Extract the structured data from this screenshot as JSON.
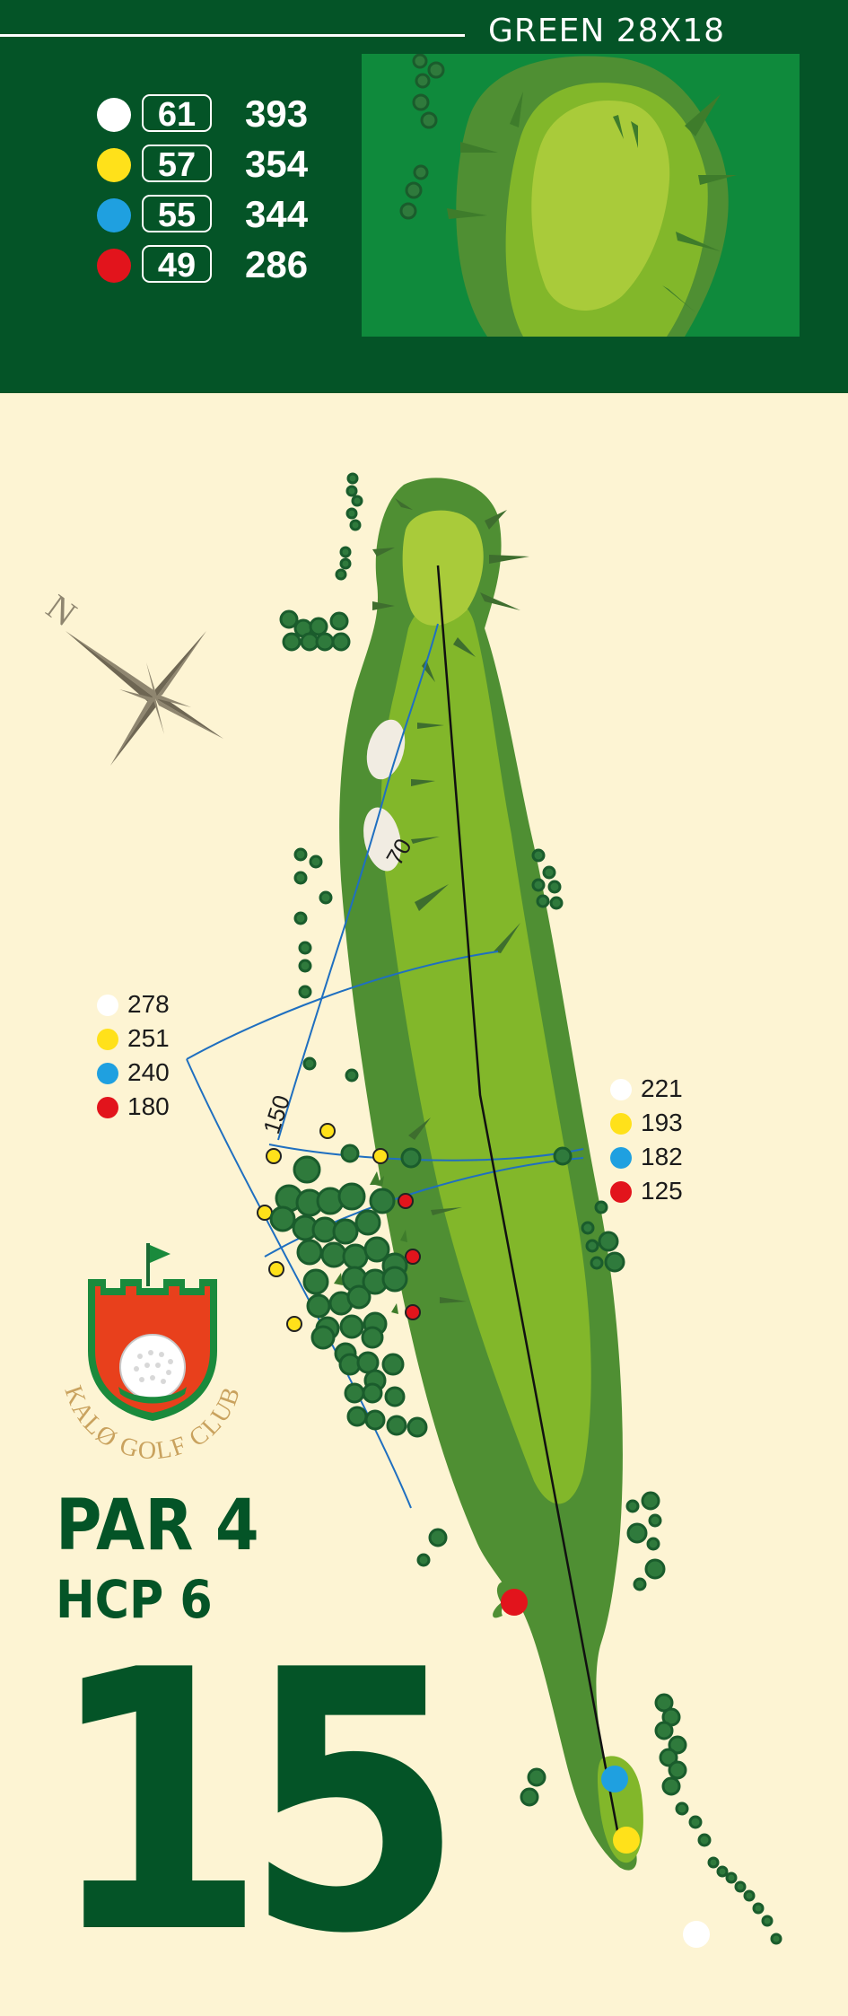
{
  "header": {
    "green_label": "GREEN 28X18",
    "tees": [
      {
        "color": "#ffffff",
        "number": "61",
        "length": "393"
      },
      {
        "color": "#ffe11a",
        "number": "57",
        "length": "354"
      },
      {
        "color": "#1fa0e0",
        "number": "55",
        "length": "344"
      },
      {
        "color": "#e2141c",
        "number": "49",
        "length": "286"
      }
    ]
  },
  "map": {
    "marker_70": "70",
    "marker_150": "150",
    "legend_left": [
      {
        "color": "#ffffff",
        "value": "278"
      },
      {
        "color": "#ffe11a",
        "value": "251"
      },
      {
        "color": "#1fa0e0",
        "value": "240"
      },
      {
        "color": "#e2141c",
        "value": "180"
      }
    ],
    "legend_right": [
      {
        "color": "#ffffff",
        "value": "221"
      },
      {
        "color": "#ffe11a",
        "value": "193"
      },
      {
        "color": "#1fa0e0",
        "value": "182"
      },
      {
        "color": "#e2141c",
        "value": "125"
      }
    ]
  },
  "logo": {
    "text": "KALØ GOLF CLUB"
  },
  "info": {
    "par": "PAR 4",
    "hcp": "HCP 6",
    "hole_number": "15"
  },
  "colors": {
    "dark_green": "#045427",
    "rough": "#4f8f33",
    "fairway": "#82b72a",
    "green": "#a9cb3a",
    "background": "#fdf4d3"
  }
}
